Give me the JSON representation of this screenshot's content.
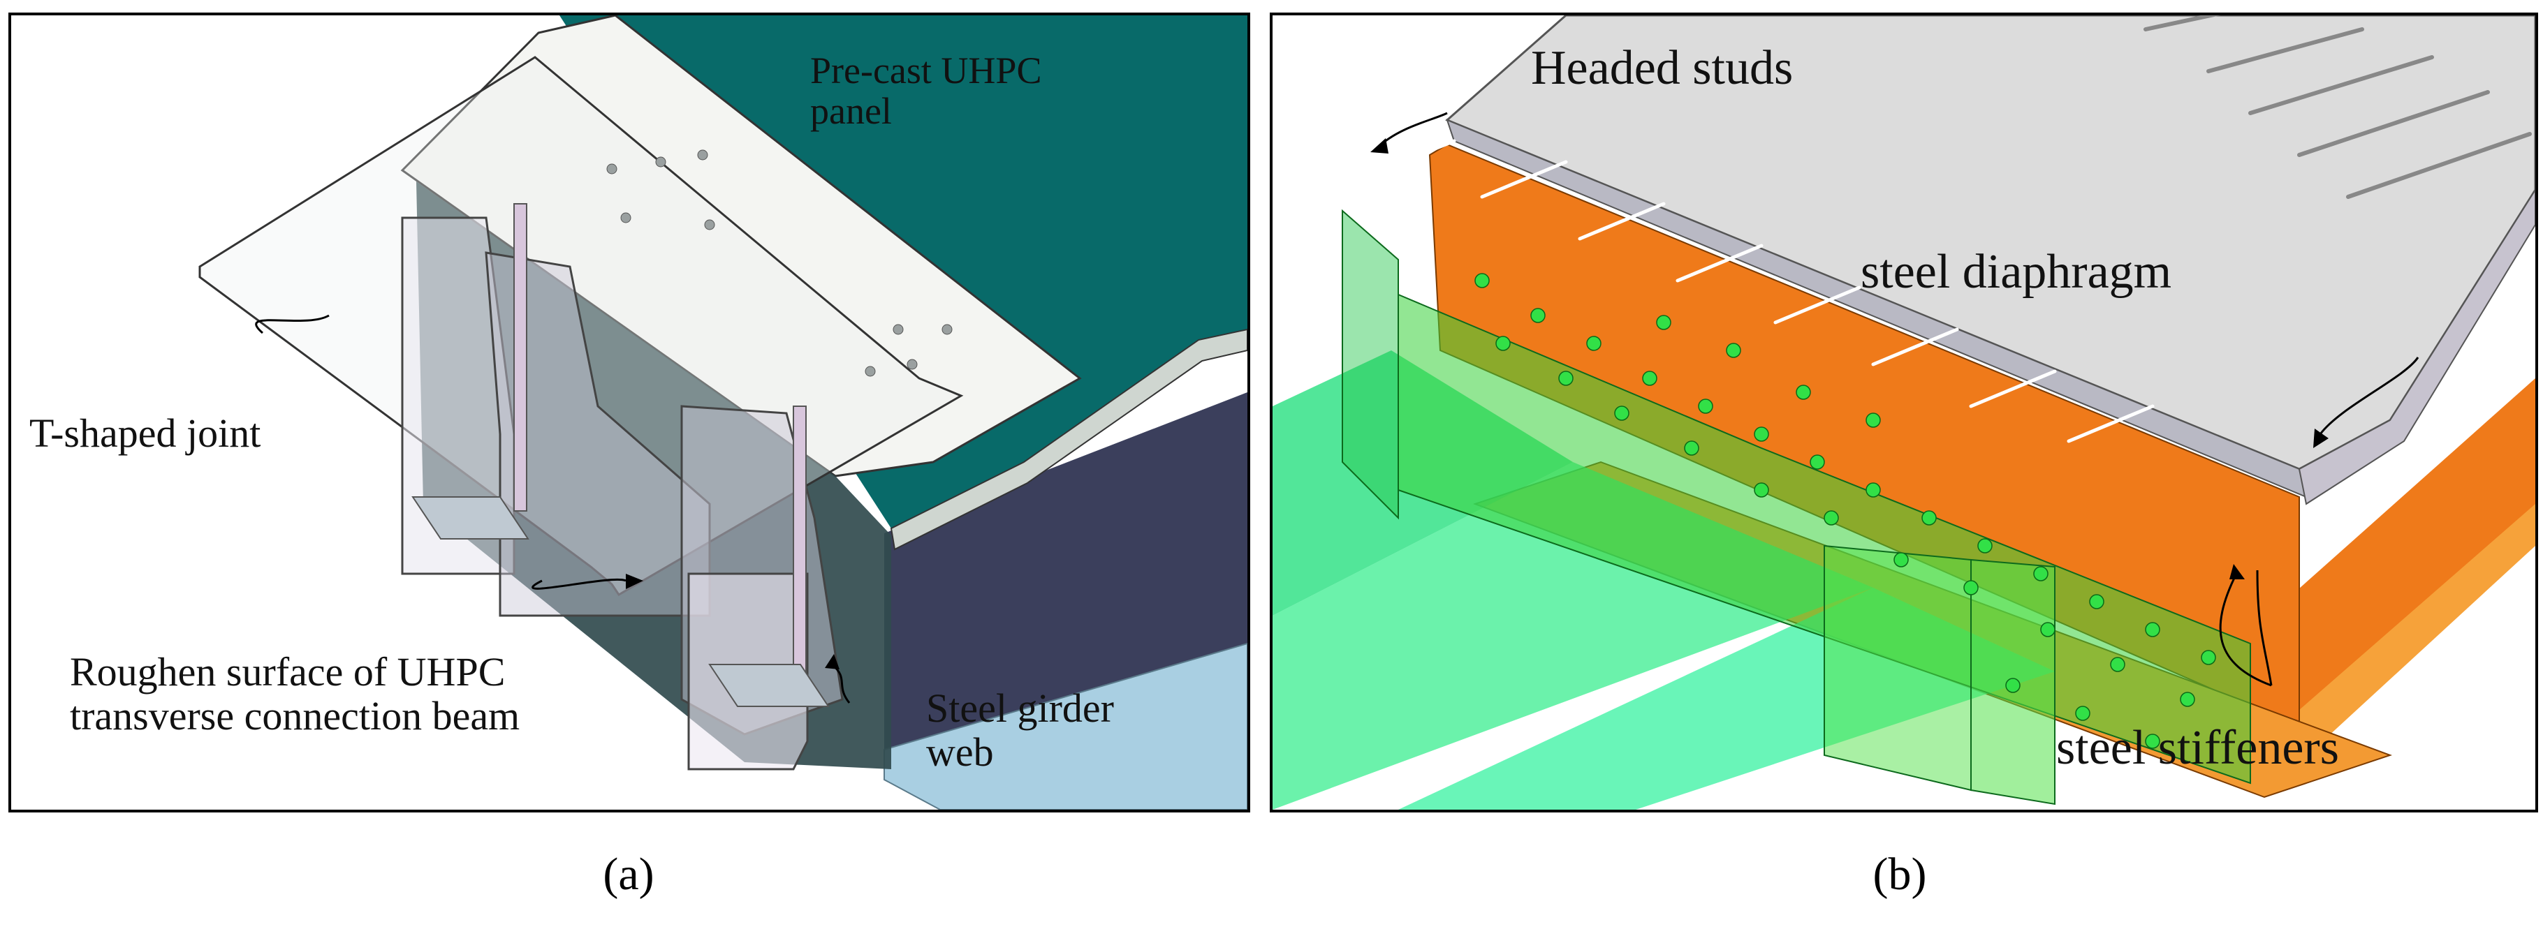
{
  "panel_a": {
    "labels": {
      "precast_panel": [
        "Pre-cast UHPC",
        "panel"
      ],
      "t_joint": "T-shaped joint",
      "roughen_surface": [
        "Roughen surface of UHPC",
        "transverse connection beam"
      ],
      "girder_web": [
        "Steel girder",
        "web"
      ]
    },
    "caption": "(a)"
  },
  "panel_b": {
    "labels": {
      "headed_studs": "Headed studs",
      "steel_diaphragm": "steel diaphragm",
      "steel_stiffeners": "steel stiffeners"
    },
    "caption": "(b)"
  },
  "colors": {
    "uhpc_panel_top": "#086a69",
    "girder_side": "#3b3f5c",
    "girder_flange": "#a9cfe2",
    "deck_slab": "#f4f5f2",
    "diaphragm_orange": "#ef7a1a",
    "stud_green": "#32e047",
    "translucent_green": "#22c64a",
    "deck_gray": "#dcdcdc"
  }
}
